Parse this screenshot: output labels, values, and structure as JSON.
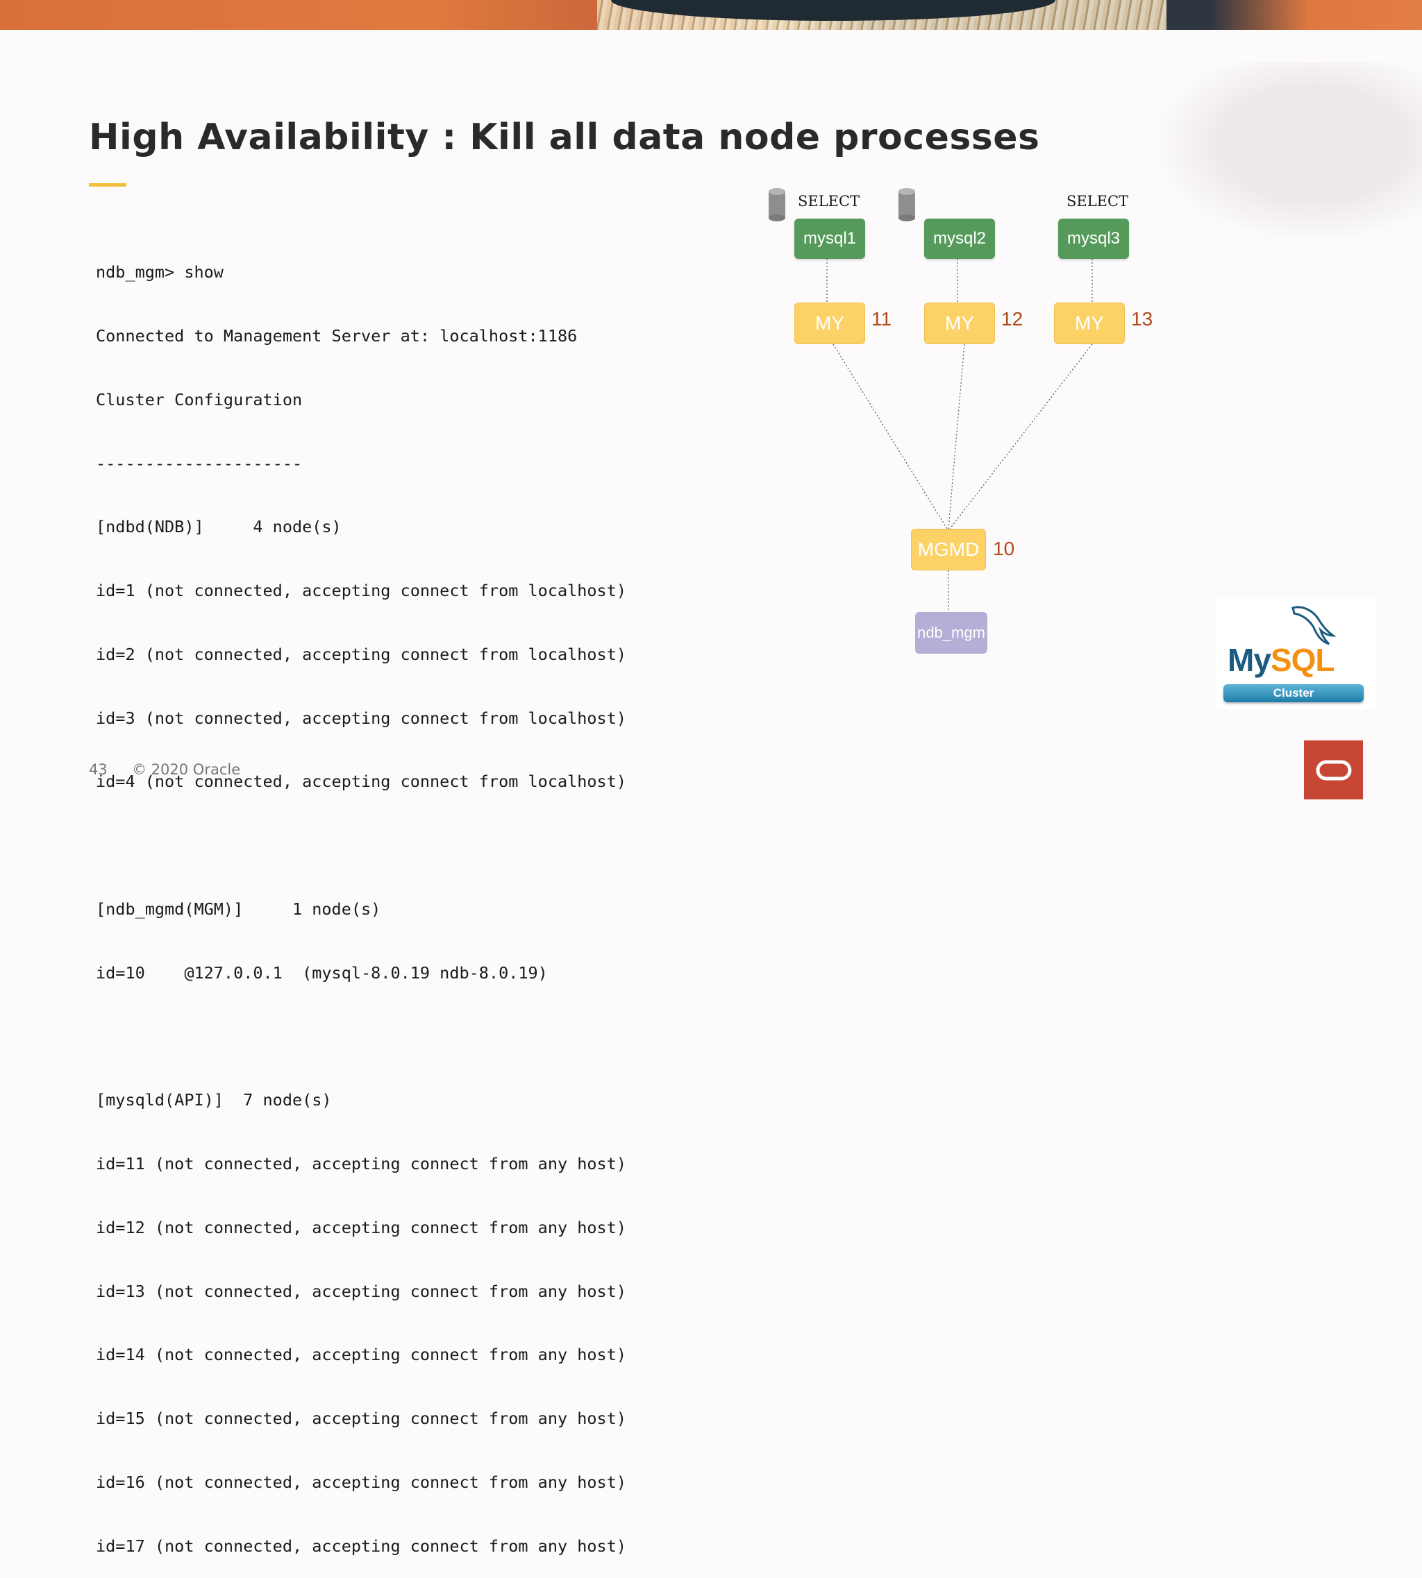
{
  "slide": {
    "title": "High Availability : Kill all data node processes",
    "page_number": "43",
    "copyright": "© 2020 Oracle"
  },
  "terminal": {
    "lines": [
      "ndb_mgm> show",
      "Connected to Management Server at: localhost:1186",
      "Cluster Configuration",
      "---------------------",
      "[ndbd(NDB)]     4 node(s)",
      "id=1 (not connected, accepting connect from localhost)",
      "id=2 (not connected, accepting connect from localhost)",
      "id=3 (not connected, accepting connect from localhost)",
      "id=4 (not connected, accepting connect from localhost)",
      "",
      "[ndb_mgmd(MGM)]     1 node(s)",
      "id=10    @127.0.0.1  (mysql-8.0.19 ndb-8.0.19)",
      "",
      "[mysqld(API)]  7 node(s)",
      "id=11 (not connected, accepting connect from any host)",
      "id=12 (not connected, accepting connect from any host)",
      "id=13 (not connected, accepting connect from any host)",
      "id=14 (not connected, accepting connect from any host)",
      "id=15 (not connected, accepting connect from any host)",
      "id=16 (not connected, accepting connect from any host)",
      "id=17 (not connected, accepting connect from any host)"
    ]
  },
  "diagram": {
    "select_label_1": "SELECT",
    "select_label_2": "SELECT",
    "sql_nodes": [
      "mysql1",
      "mysql2",
      "mysql3"
    ],
    "api_nodes": [
      {
        "label": "MY",
        "id": "11"
      },
      {
        "label": "MY",
        "id": "12"
      },
      {
        "label": "MY",
        "id": "13"
      }
    ],
    "mgmd": {
      "label": "MGMD",
      "id": "10"
    },
    "client": "ndb_mgm"
  },
  "logos": {
    "mysql_my": "My",
    "mysql_sql": "SQL",
    "mysql_badge": "Cluster"
  },
  "colors": {
    "sql_node": "#559a5b",
    "api_node": "#fcd166",
    "client_node": "#b3afd6",
    "node_id_text": "#b04a1a",
    "title_accent": "#f2c13b",
    "oracle_red": "#c74634"
  }
}
